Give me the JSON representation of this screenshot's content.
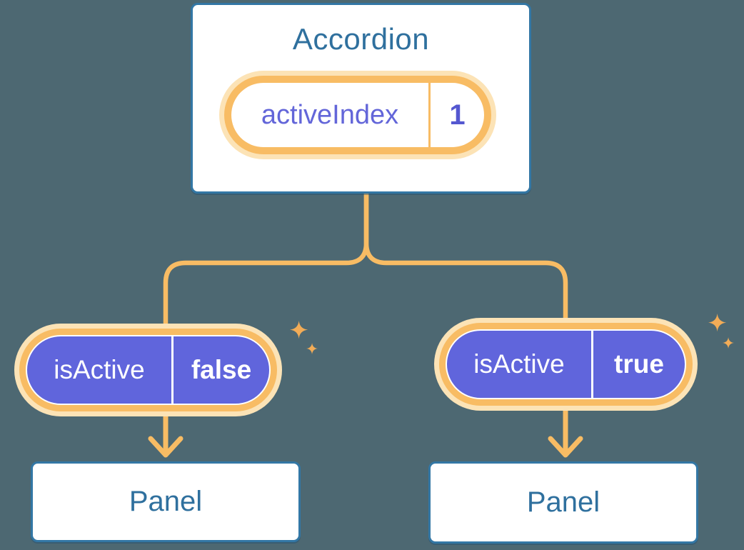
{
  "canvas": {
    "background": "#4D6872"
  },
  "colors": {
    "card_border_blue": "#3377A5",
    "heading_text_blue": "#2F709E",
    "connector_orange": "#F8BC64",
    "glow_orange": "#FCE3B6",
    "sparkle_orange": "#F2AC57",
    "prop_pill_purple": "#6065DC",
    "state_name_purple": "#6366D9",
    "state_value_purple": "#5457D0",
    "pill_text_white": "#FFFFFF"
  },
  "tree": {
    "accordion": {
      "title": "Accordion",
      "state_pill": {
        "name": "activeIndex",
        "value": "1"
      }
    },
    "branches": [
      {
        "prop_pill": {
          "name": "isActive",
          "value": "false"
        },
        "panel": {
          "title": "Panel"
        }
      },
      {
        "prop_pill": {
          "name": "isActive",
          "value": "true"
        },
        "panel": {
          "title": "Panel"
        }
      }
    ]
  }
}
